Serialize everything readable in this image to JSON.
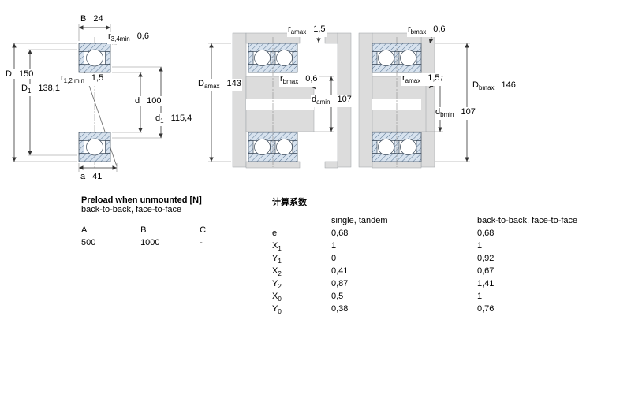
{
  "colors": {
    "ring_fill": "#d7e2ee",
    "hatch_line": "#5a7693",
    "steel_gray": "#dcdcdc"
  },
  "fig1": {
    "dims": {
      "B": {
        "base": "B",
        "sub": "",
        "value": "24"
      },
      "r34": {
        "base": "r",
        "sub": "3,4min",
        "value": "0,6"
      },
      "D": {
        "base": "D",
        "sub": "",
        "value": "150"
      },
      "D1": {
        "base": "D",
        "sub": "1",
        "value": "138,1"
      },
      "r12": {
        "base": "r",
        "sub": "1,2 min",
        "value": "1,5"
      },
      "d": {
        "base": "d",
        "sub": "",
        "value": "100"
      },
      "d1": {
        "base": "d",
        "sub": "1",
        "value": "115,4"
      },
      "a": {
        "base": "a",
        "sub": "",
        "value": "41"
      }
    }
  },
  "fig2": {
    "dims": {
      "ramax": {
        "base": "r",
        "sub": "amax",
        "value": "1,5"
      },
      "Damax": {
        "base": "D",
        "sub": "amax",
        "value": "143"
      },
      "rbmax": {
        "base": "r",
        "sub": "bmax",
        "value": "0,6"
      },
      "damin": {
        "base": "d",
        "sub": "amin",
        "value": "107"
      }
    }
  },
  "fig3": {
    "dims": {
      "rbmax": {
        "base": "r",
        "sub": "bmax",
        "value": "0,6"
      },
      "ramax": {
        "base": "r",
        "sub": "amax",
        "value": "1,5"
      },
      "Dbmax": {
        "base": "D",
        "sub": "bmax",
        "value": "146"
      },
      "dbmin": {
        "base": "d",
        "sub": "bmin",
        "value": "107"
      }
    }
  },
  "preload": {
    "title": "Preload when unmounted [N]",
    "subtitle": "back-to-back, face-to-face",
    "columns": [
      "A",
      "B",
      "C"
    ],
    "values": [
      "500",
      "1000",
      "-"
    ]
  },
  "factors": {
    "title": "计算系数",
    "col1_header": "single, tandem",
    "col2_header": "back-to-back, face-to-face",
    "rows": [
      {
        "base": "e",
        "sub": "",
        "v1": "0,68",
        "v2": "0,68"
      },
      {
        "base": "X",
        "sub": "1",
        "v1": "1",
        "v2": "1"
      },
      {
        "base": "Y",
        "sub": "1",
        "v1": "0",
        "v2": "0,92"
      },
      {
        "base": "X",
        "sub": "2",
        "v1": "0,41",
        "v2": "0,67"
      },
      {
        "base": "Y",
        "sub": "2",
        "v1": "0,87",
        "v2": "1,41"
      },
      {
        "base": "X",
        "sub": "0",
        "v1": "0,5",
        "v2": "1"
      },
      {
        "base": "Y",
        "sub": "0",
        "v1": "0,38",
        "v2": "0,76"
      }
    ]
  }
}
